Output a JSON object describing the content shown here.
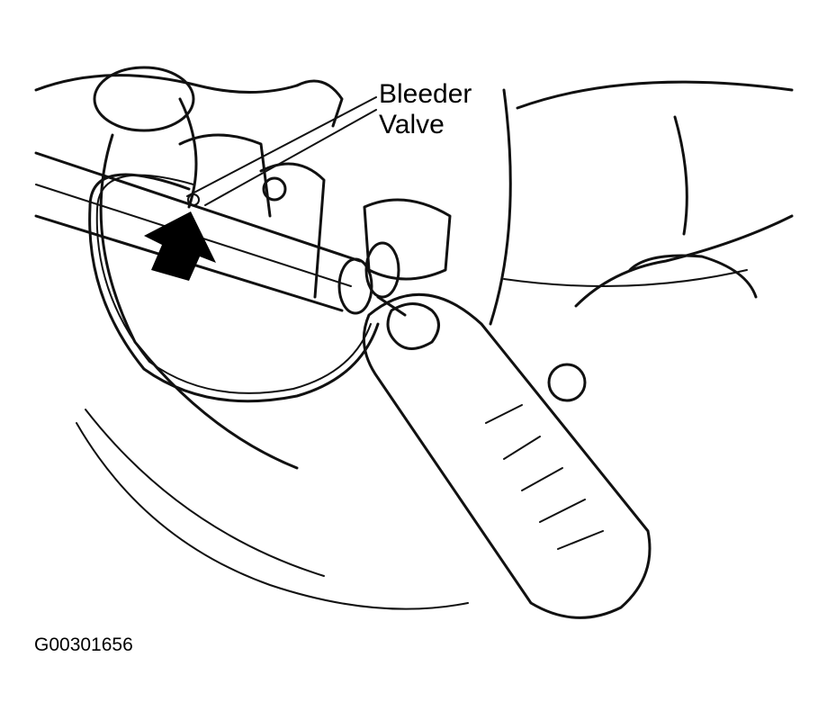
{
  "callout": {
    "line1": "Bleeder",
    "line2": "Valve"
  },
  "figure_id": "G00301656",
  "colors": {
    "ink": "#000000",
    "background": "#ffffff"
  }
}
